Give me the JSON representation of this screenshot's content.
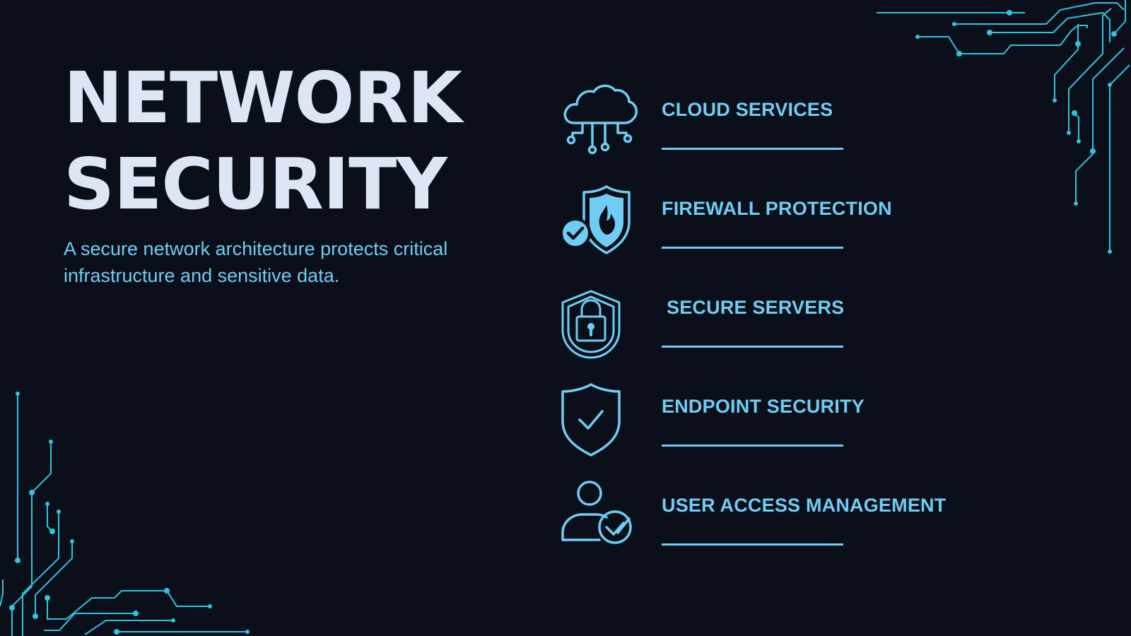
{
  "slide": {
    "title_line1": "NETWORK",
    "title_line2": "SECURITY",
    "subtitle": "A secure network architecture protects critical infrastructure and sensitive data."
  },
  "features": [
    {
      "label": "CLOUD SERVICES",
      "icon": "cloud-network-icon"
    },
    {
      "label": "FIREWALL PROTECTION",
      "icon": "firewall-shield-icon"
    },
    {
      "label": "SECURE SERVERS",
      "icon": "lock-shield-icon"
    },
    {
      "label": "ENDPOINT SECURITY",
      "icon": "check-shield-icon"
    },
    {
      "label": "USER ACCESS MANAGEMENT",
      "icon": "user-check-icon"
    }
  ],
  "colors": {
    "background": "#0a0f1a",
    "title": "#dde6f5",
    "accent": "#6fcdf5",
    "circuit": "#2ec4e0"
  }
}
